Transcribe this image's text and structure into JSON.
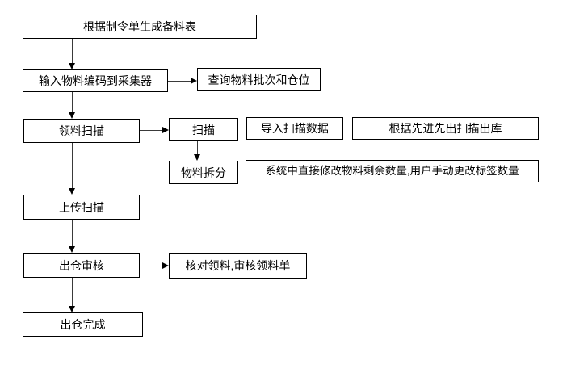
{
  "canvas": {
    "background_color": "#ffffff",
    "box_border_color": "#000000",
    "arrow_color": "#000000",
    "text_color": "#000000"
  },
  "flowchart": {
    "nodes": {
      "generate_bom": {
        "label": "根据制令单生成备料表"
      },
      "input_code": {
        "label": "输入物料编码到采集器"
      },
      "query_batch": {
        "label": "查询物料批次和仓位"
      },
      "pick_scan": {
        "label": "领料扫描"
      },
      "scan": {
        "label": "扫描"
      },
      "import_scan_data": {
        "label": "导入扫描数据"
      },
      "fifo_outbound": {
        "label": "根据先进先出扫描出库"
      },
      "material_split": {
        "label": "物料拆分"
      },
      "modify_qty_note": {
        "label": "系统中直接修改物料剩余数量,用户手动更改标签数量"
      },
      "upload_scan": {
        "label": "上传扫描"
      },
      "outbound_review": {
        "label": "出仓审核"
      },
      "verify_picking": {
        "label": "核对领料,审核领料单"
      },
      "outbound_done": {
        "label": "出仓完成"
      }
    },
    "edges": [
      {
        "from": "generate_bom",
        "to": "input_code",
        "direction": "down"
      },
      {
        "from": "input_code",
        "to": "query_batch",
        "direction": "right"
      },
      {
        "from": "input_code",
        "to": "pick_scan",
        "direction": "down"
      },
      {
        "from": "pick_scan",
        "to": "scan",
        "direction": "right"
      },
      {
        "from": "scan",
        "to": "material_split",
        "direction": "down"
      },
      {
        "from": "pick_scan",
        "to": "upload_scan",
        "direction": "down"
      },
      {
        "from": "upload_scan",
        "to": "outbound_review",
        "direction": "down"
      },
      {
        "from": "outbound_review",
        "to": "verify_picking",
        "direction": "right"
      },
      {
        "from": "outbound_review",
        "to": "outbound_done",
        "direction": "down"
      }
    ]
  }
}
